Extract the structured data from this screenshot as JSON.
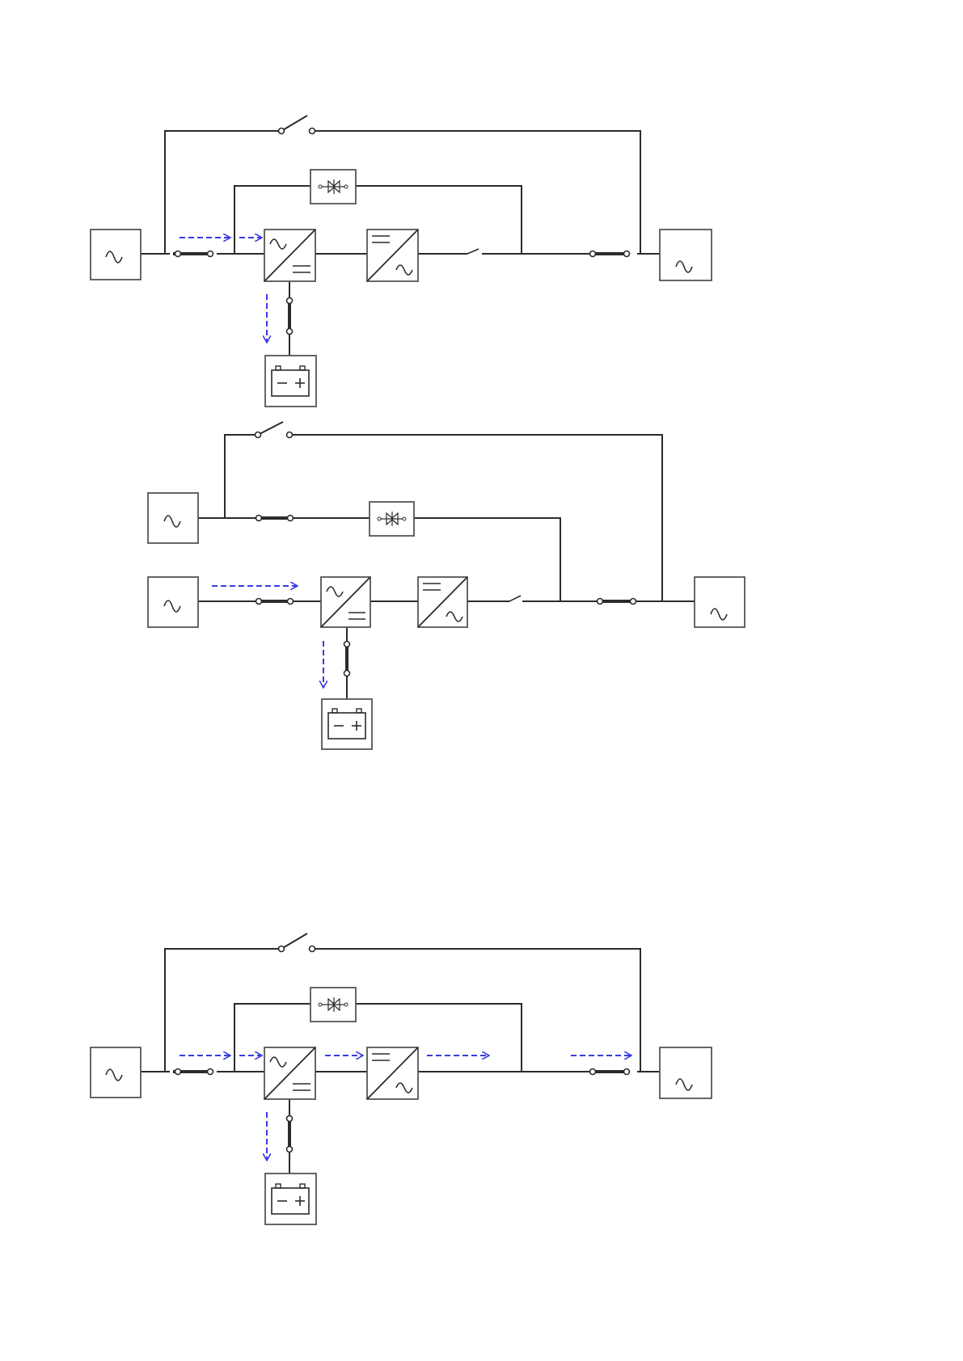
{
  "page": {
    "background": "#ffffff",
    "line_color": "#2b2b2b",
    "flow_arrow_color": "#3a3ae6",
    "box_border_color": "#555555"
  },
  "symbols": {
    "ac": "∿",
    "battery_minus": "−",
    "battery_plus": "+"
  },
  "diagrams": [
    {
      "id": "normal-mode-charging",
      "description_icons": [
        "ac-source-icon",
        "rectifier-icon",
        "inverter-icon",
        "static-switch-icon",
        "battery-icon",
        "ac-load-icon",
        "manual-bypass-switch-icon"
      ]
    },
    {
      "id": "dual-input-charging",
      "description_icons": [
        "ac-source-icon",
        "bypass-source-icon",
        "rectifier-icon",
        "inverter-icon",
        "static-switch-icon",
        "battery-icon",
        "ac-load-icon",
        "manual-bypass-switch-icon"
      ]
    },
    {
      "id": "normal-mode-online",
      "description_icons": [
        "ac-source-icon",
        "rectifier-icon",
        "inverter-icon",
        "static-switch-icon",
        "battery-icon",
        "ac-load-icon",
        "manual-bypass-switch-icon"
      ]
    }
  ]
}
